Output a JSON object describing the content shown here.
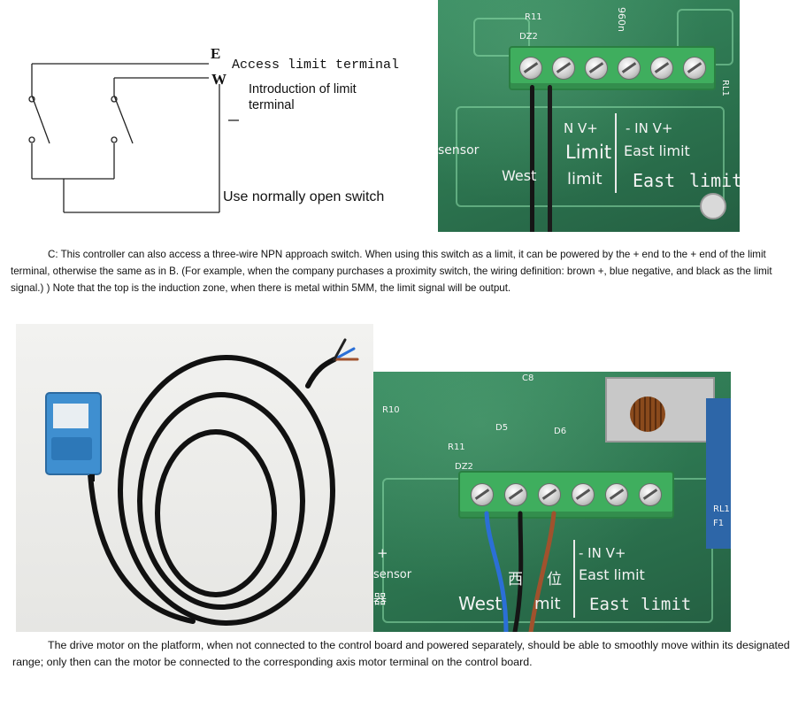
{
  "diagram": {
    "terminal_e": "E",
    "terminal_w": "W",
    "access_label": "Access limit terminal",
    "intro_label": "Introduction of limit terminal",
    "switch_label": "Use normally open switch"
  },
  "top_board": {
    "silk_1": "N V+",
    "silk_2": "- IN V+",
    "silk_limit": "Limit",
    "silk_east_limit": "East limit",
    "silk_sensor": "sensor",
    "silk_west": "West",
    "silk_limit2": "limit",
    "silk_east": "East",
    "silk_limit3": "limit",
    "silk_r11": "R11",
    "silk_dz2": "DZ2",
    "silk_rl1": "RL1",
    "silk_096": "960n"
  },
  "caption_c": "C: This controller can also access a three-wire NPN approach switch. When using this switch as a limit, it can be powered by the + end to the + end of the limit terminal, otherwise the same as in B. (For example, when the company purchases a proximity switch, the wiring definition: brown +, blue negative, and black as the limit signal.) ) Note that the top is the induction zone, when there is metal within 5MM, the limit signal will be output.",
  "bottom_board": {
    "silk_plus": "+",
    "silk_sensor": "sensor",
    "silk_cn1": "西",
    "silk_cn2": "位",
    "silk_east_limit": "East limit",
    "silk_minus_in": "- IN V+",
    "silk_west": "West",
    "silk_mit": "mit",
    "silk_east": "East",
    "silk_limit": "limit",
    "silk_r10": "R10",
    "silk_r11": "R11",
    "silk_dz2": "DZ2",
    "silk_d5": "D5",
    "silk_d6": "D6",
    "silk_c8": "C8",
    "silk_rl1": "RL1",
    "silk_f1": "F1",
    "silk_cn3": "器"
  },
  "caption_bottom": "The drive motor on the platform, when not connected to the control board and powered separately, should be able to smoothly move within its designated range; only then can the motor be connected to the corresponding axis motor terminal on the control board.",
  "colors": {
    "pcb_green": "#2f7a55",
    "terminal_green": "#3fae5e",
    "sensor_blue": "#3f8fd0",
    "wire_brown": "#a0522d",
    "wire_blue": "#2b6fd6"
  }
}
